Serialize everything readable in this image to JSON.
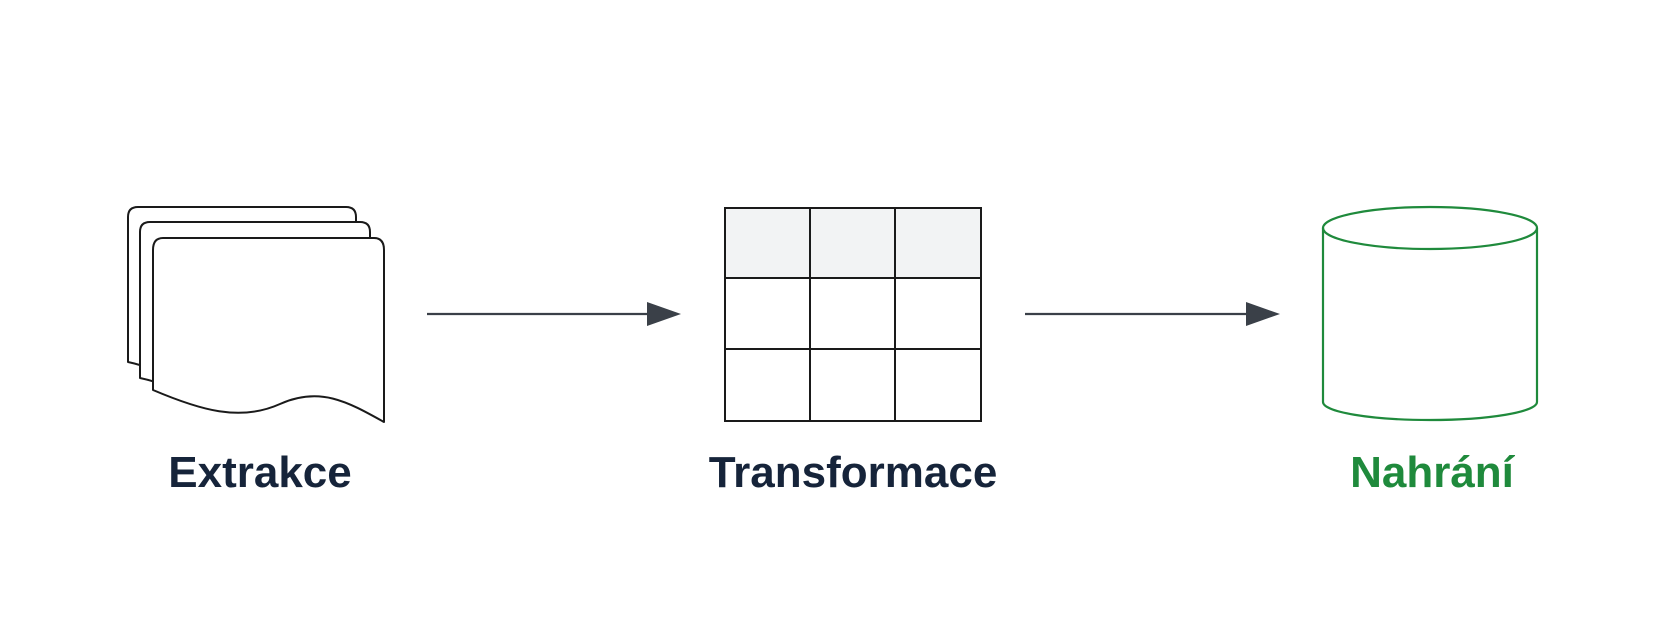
{
  "diagram": {
    "stages": [
      {
        "label": "Extrakce",
        "icon": "documents-stack-icon",
        "color": "#16243a"
      },
      {
        "label": "Transformace",
        "icon": "table-grid-icon",
        "color": "#16243a"
      },
      {
        "label": "Nahrání",
        "icon": "database-cylinder-icon",
        "color": "#1f8a3c"
      }
    ],
    "colors": {
      "text": "#16243a",
      "accent": "#1f8a3c",
      "arrow": "#3a4048",
      "outline": "#1a1a1a",
      "table_header_fill": "#f2f3f4"
    }
  }
}
